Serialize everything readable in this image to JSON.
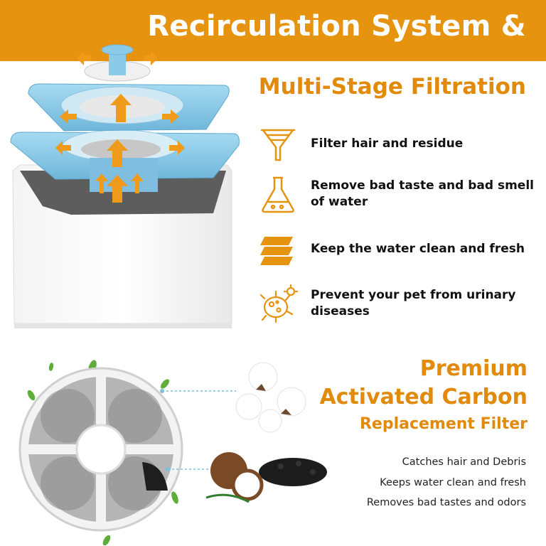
{
  "banner": {
    "title": "Recirculation System &"
  },
  "subtitle": "Multi-Stage Filtration",
  "features": [
    {
      "icon": "funnel-filter-icon",
      "text": "Filter hair and residue"
    },
    {
      "icon": "lab-flask-icon",
      "text": "Remove bad taste and bad smell of water"
    },
    {
      "icon": "filter-layers-icon",
      "text": "Keep the water clean and fresh"
    },
    {
      "icon": "germ-bacteria-icon",
      "text": "Prevent your pet from urinary diseases"
    }
  ],
  "premium": {
    "line1": "Premium",
    "line2": "Activated Carbon",
    "line3": "Replacement Filter"
  },
  "benefits": [
    "Catches hair and Debris",
    "Keeps water clean and fresh",
    "Removes bad tastes and odors"
  ],
  "colors": {
    "accent": "#e69410",
    "heading": "#e18a0c",
    "fountain_blue": "#8ccbe8",
    "text": "#111111"
  }
}
